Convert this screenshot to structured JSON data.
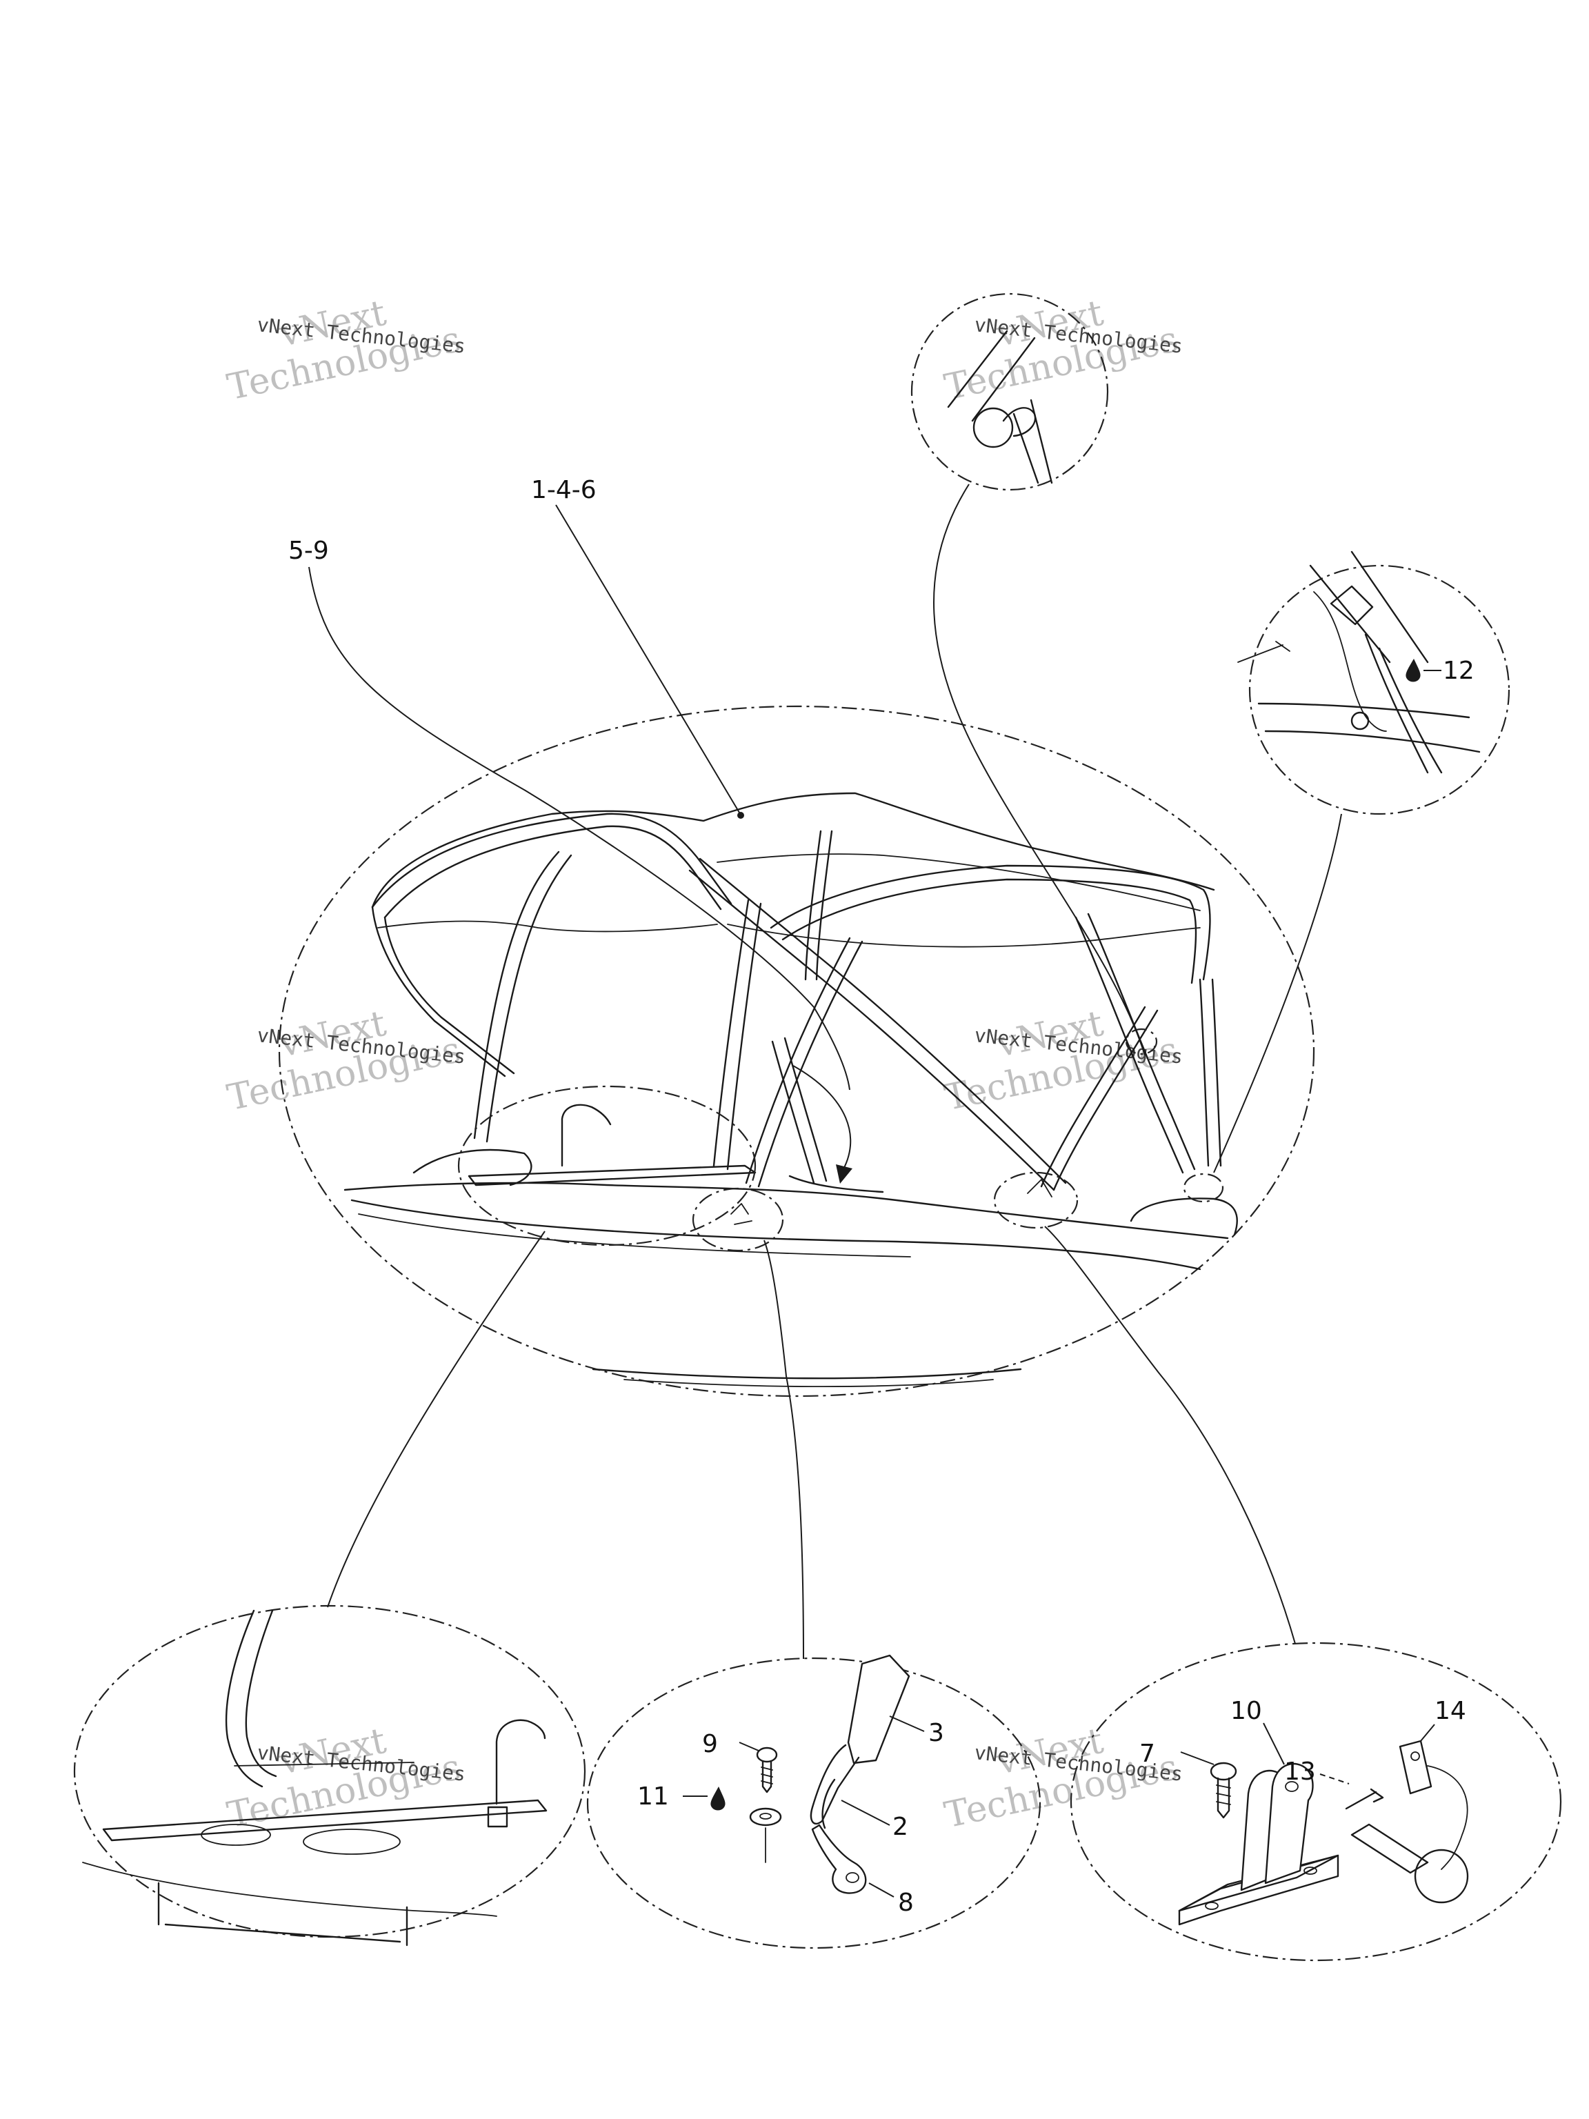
{
  "callouts": {
    "c_1_4_6": "1-4-6",
    "c_5_9": "5-9",
    "c_12": "12",
    "c_9": "9",
    "c_3": "3",
    "c_11": "11",
    "c_2": "2",
    "c_8": "8",
    "c_7": "7",
    "c_10": "10",
    "c_13": "13",
    "c_14": "14"
  },
  "watermark": {
    "line1": "vNext",
    "line2": "Technologies",
    "small": "vNext Technologies"
  },
  "colors": {
    "ink": "#1a1a1a",
    "watermark": "#bfbfbf",
    "background": "#ffffff"
  }
}
